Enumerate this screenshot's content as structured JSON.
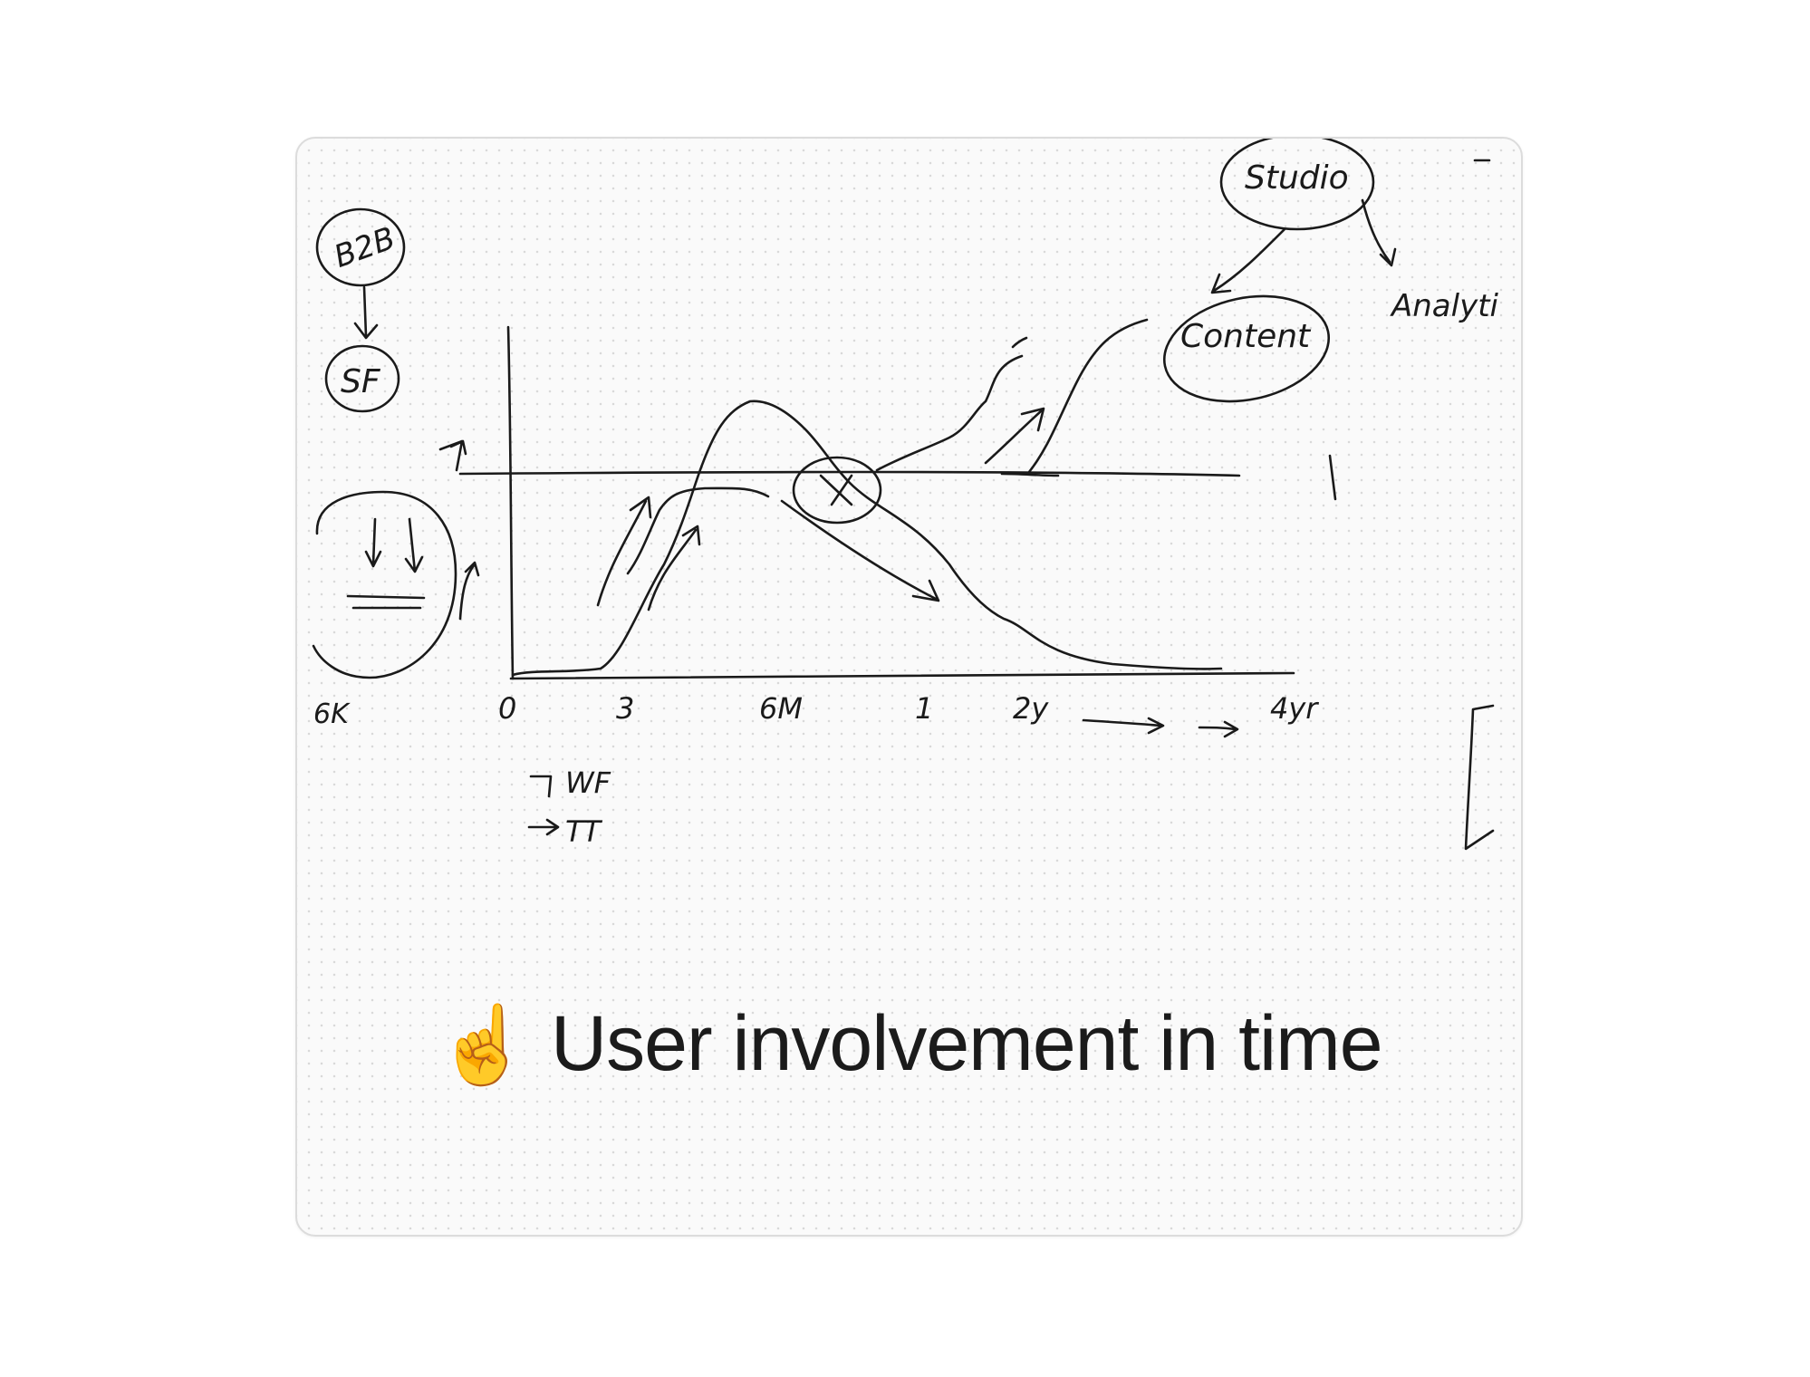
{
  "card": {
    "caption_emoji": "☝",
    "caption_title": "User involvement in time"
  },
  "sketch": {
    "bubbles": [
      "B2B",
      "SF",
      "Studio",
      "Content"
    ],
    "analytics_label": "Analyti",
    "x_axis_labels": [
      "0",
      "3",
      "6M",
      "1",
      "2y",
      "4yr"
    ],
    "left_label": "6K",
    "notes": [
      "WF",
      "TT"
    ]
  }
}
